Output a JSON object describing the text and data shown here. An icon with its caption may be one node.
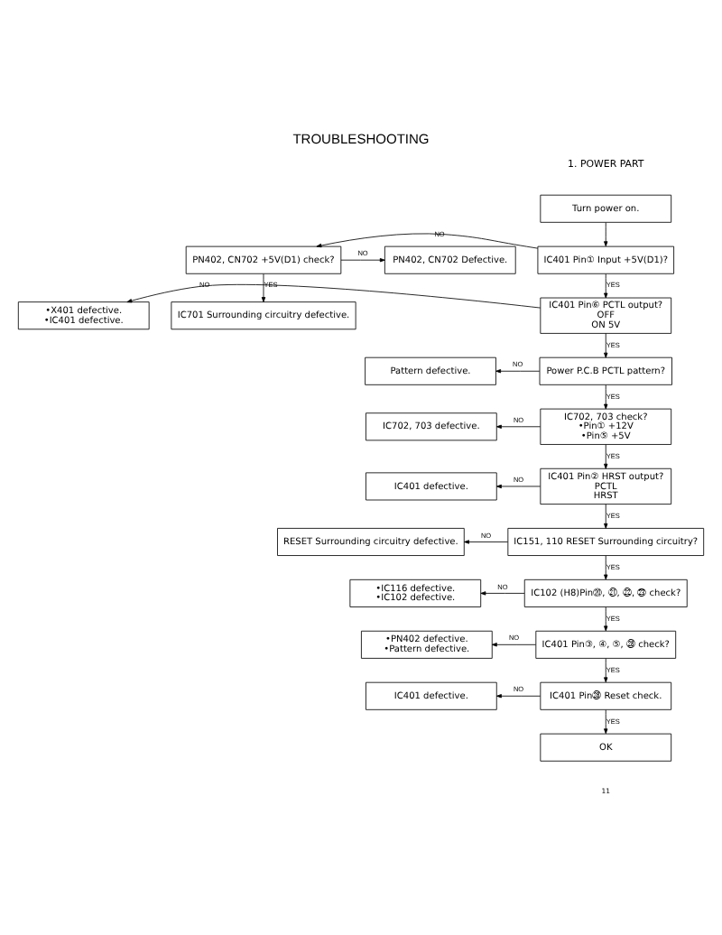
{
  "diagram": {
    "title": "TROUBLESHOOTING",
    "nodes": [
      {
        "text": [
          "Turn power on."
        ]
      },
      {
        "text": [
          "IC401 Pin① Input +5V(D1)?"
        ]
      },
      {
        "text": [
          "PN402, CN702 +5V(D1) check?"
        ]
      },
      {
        "text": [
          "PN402, CN702 Defective."
        ]
      },
      {
        "text": [
          "IC701 Surrounding circuitry defective."
        ]
      },
      {
        "text": [
          "IC401 Pin⑥ PCTL output?",
          "OFF",
          "ON 5V"
        ]
      },
      {
        "text": [
          "•X401 defective.",
          "•IC401 defective."
        ]
      },
      {
        "text": [
          "Power P.C.B PCTL pattern?"
        ]
      },
      {
        "text": [
          "Pattern defective."
        ]
      },
      {
        "text": [
          "IC702, 703 check?",
          "•Pin① +12V",
          "•Pin⑤ +5V"
        ]
      },
      {
        "text": [
          "IC702, 703 defective."
        ]
      },
      {
        "text": [
          "IC401 Pin② HRST output?",
          "PCTL",
          "HRST"
        ]
      },
      {
        "text": [
          "IC401 defective."
        ]
      },
      {
        "text": [
          "IC151, 110 RESET Surrounding circuitry?"
        ]
      },
      {
        "text": [
          "RESET Surrounding circuitry defective."
        ]
      },
      {
        "text": [
          "IC102 (H8)Pin⑳, ㉑, ㉒, ㉓ check?"
        ]
      },
      {
        "text": [
          "•IC116 defective.",
          "•IC102 defective."
        ]
      },
      {
        "text": [
          "IC401 Pin③, ④, ⑤, ㉘ check?"
        ]
      },
      {
        "text": [
          "•PN402 defective.",
          "•Pattern defective."
        ]
      },
      {
        "text": [
          "IC401 Pin㉘ Reset check."
        ]
      },
      {
        "text": [
          "IC401 defective."
        ]
      },
      {
        "text": [
          "OK"
        ]
      }
    ],
    "edges": [
      {
        "from": 0,
        "to": 1,
        "arrow": "to"
      },
      {
        "from": 1,
        "to": 2,
        "arrow": "to",
        "label": "NO"
      },
      {
        "from": 2,
        "to": 3,
        "arrow": "to",
        "label": "NO"
      },
      {
        "from": 2,
        "to": 4,
        "arrow": "to",
        "label": "YES"
      },
      {
        "from": 1,
        "to": 5,
        "arrow": "to",
        "label": "YES"
      },
      {
        "from": 5,
        "to": 6,
        "arrow": "to",
        "label": "NO"
      },
      {
        "from": 5,
        "to": 7,
        "arrow": "to",
        "label": "YES"
      },
      {
        "from": 7,
        "to": 8,
        "arrow": "to",
        "label": "NO"
      },
      {
        "from": 7,
        "to": 9,
        "arrow": "to",
        "label": "YES"
      },
      {
        "from": 9,
        "to": 10,
        "arrow": "to",
        "label": "NO"
      },
      {
        "from": 9,
        "to": 11,
        "arrow": "to",
        "label": "YES"
      },
      {
        "from": 11,
        "to": 12,
        "arrow": "to",
        "label": "NO"
      },
      {
        "from": 11,
        "to": 13,
        "arrow": "to",
        "label": "YES"
      },
      {
        "from": 13,
        "to": 14,
        "arrow": "to",
        "label": "NO"
      },
      {
        "from": 13,
        "to": 15,
        "arrow": "to",
        "label": "YES"
      },
      {
        "from": 15,
        "to": 16,
        "arrow": "to",
        "label": "NO"
      },
      {
        "from": 15,
        "to": 17,
        "arrow": "to",
        "label": "YES"
      },
      {
        "from": 17,
        "to": 18,
        "arrow": "to",
        "label": "NO"
      },
      {
        "from": 17,
        "to": 19,
        "arrow": "to",
        "label": "YES"
      },
      {
        "from": 19,
        "to": 20,
        "arrow": "to",
        "label": "NO"
      },
      {
        "from": 19,
        "to": 21,
        "arrow": "to",
        "label": "YES"
      }
    ],
    "labels": [
      "1. POWER PART",
      "11"
    ]
  }
}
